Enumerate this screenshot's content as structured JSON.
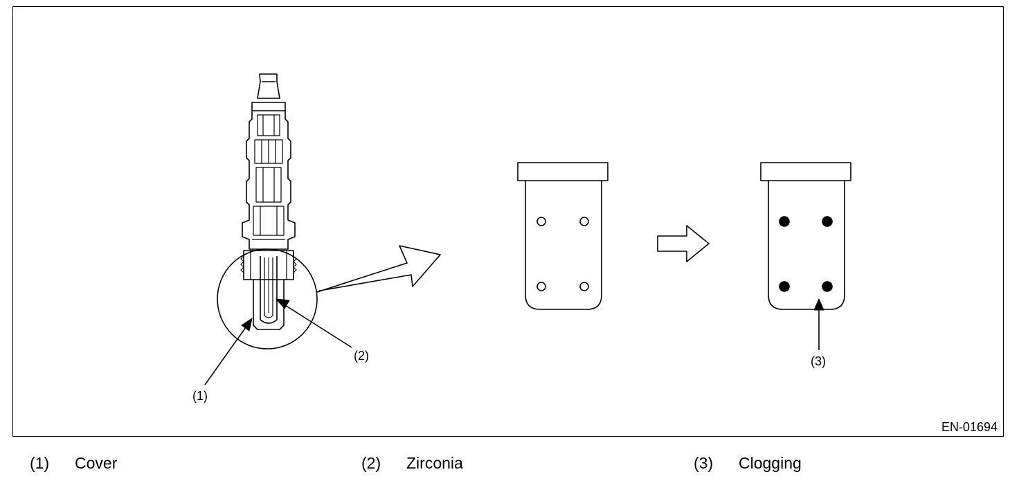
{
  "figure_id": "EN-01694",
  "callouts": {
    "c1": "(1)",
    "c2": "(2)",
    "c3": "(3)"
  },
  "legend": [
    {
      "number": "(1)",
      "label": "Cover"
    },
    {
      "number": "(2)",
      "label": "Zirconia"
    },
    {
      "number": "(3)",
      "label": "Clogging"
    }
  ],
  "colors": {
    "line": "#000000",
    "background": "#ffffff"
  }
}
